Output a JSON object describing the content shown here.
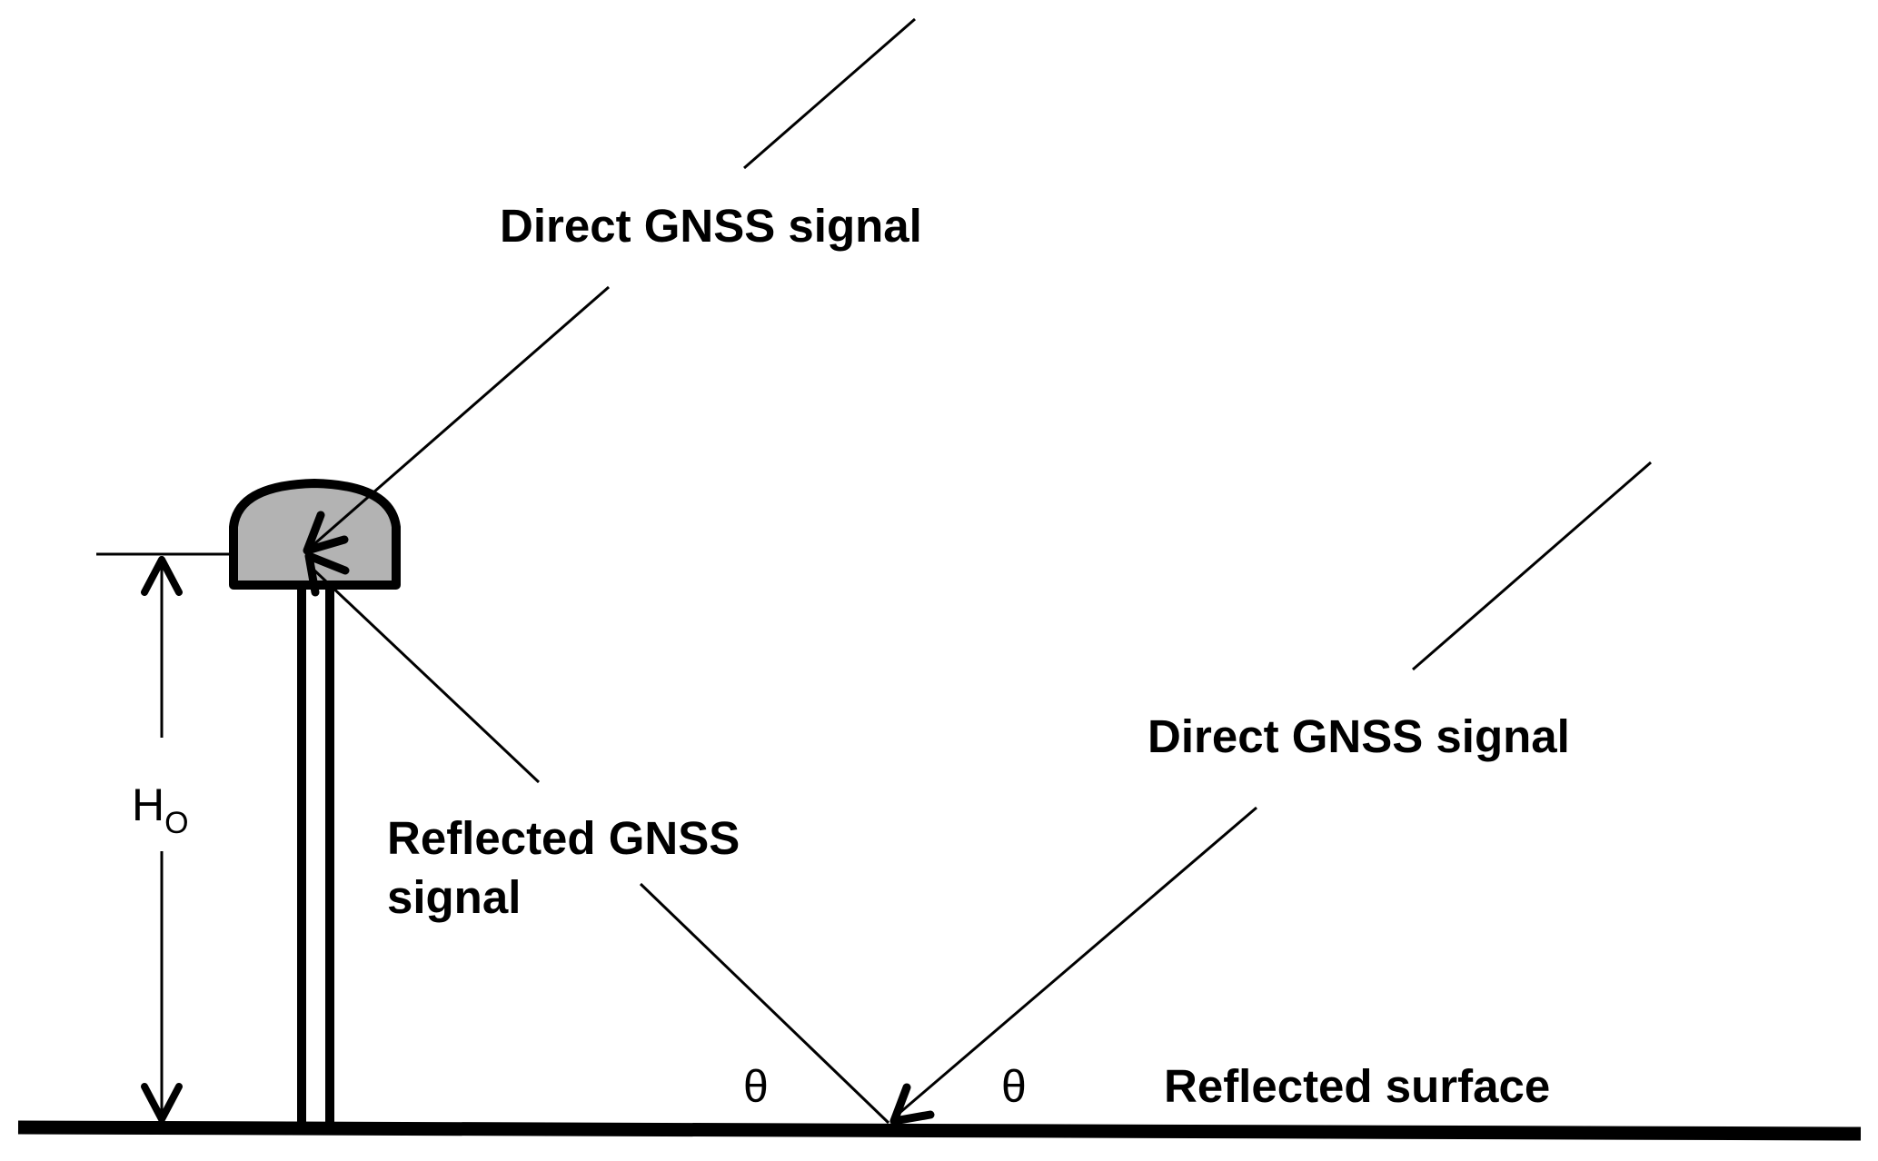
{
  "diagram": {
    "title": "GNSS reflectometry geometry",
    "labels": {
      "direct_signal_upper": "Direct GNSS signal",
      "direct_signal_lower": "Direct GNSS signal",
      "reflected_signal_line1": "Reflected GNSS",
      "reflected_signal_line2": "signal",
      "reflected_surface": "Reflected surface",
      "antenna_height_main": "H",
      "antenna_height_sub": "O",
      "elevation_angle_left": "θ",
      "elevation_angle_right": "θ"
    },
    "colors": {
      "stroke": "#000000",
      "antenna_fill": "#b3b3b3",
      "background": "#ffffff"
    },
    "components": [
      {
        "name": "antenna",
        "description": "GNSS antenna dome on a pole"
      },
      {
        "name": "direct-signal-to-antenna",
        "description": "Direct ray arriving at antenna"
      },
      {
        "name": "direct-signal-to-surface",
        "description": "Direct ray arriving at reflection point"
      },
      {
        "name": "reflected-signal",
        "description": "Ray reflected from surface to antenna"
      },
      {
        "name": "ground-surface",
        "description": "Reflected surface"
      },
      {
        "name": "height-dimension",
        "description": "Antenna height above surface"
      }
    ]
  }
}
